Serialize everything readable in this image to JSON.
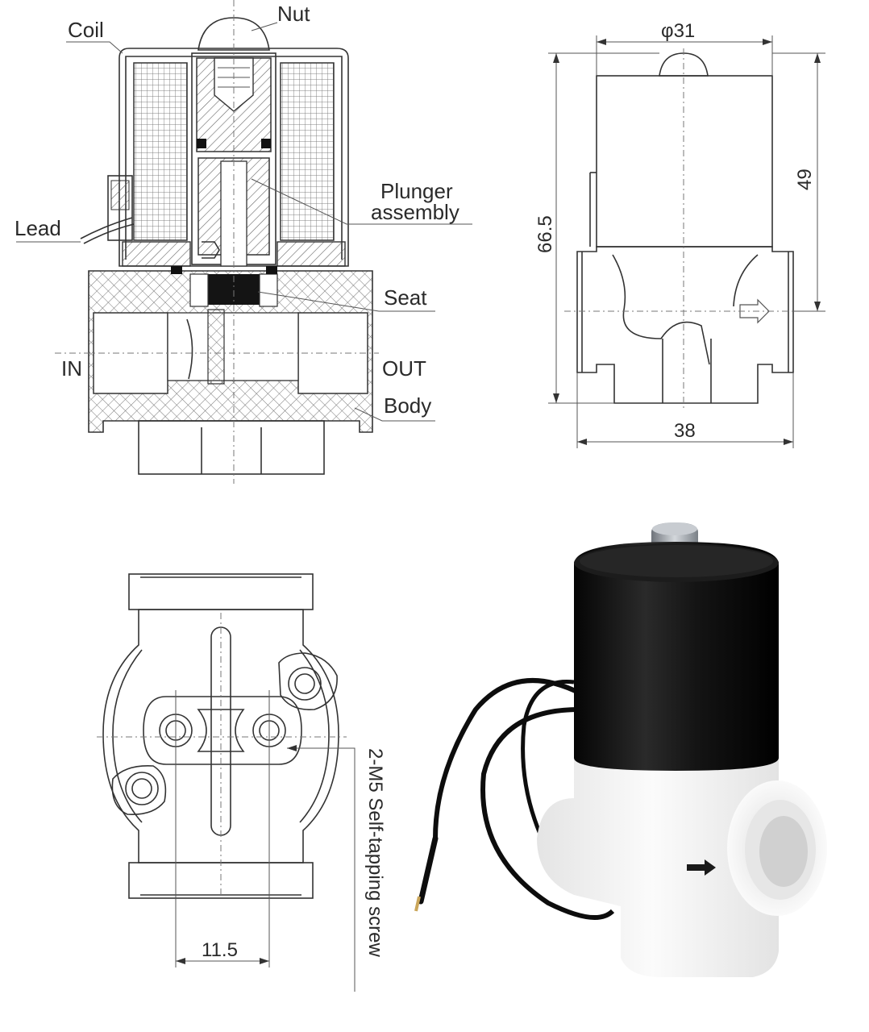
{
  "cross_section": {
    "labels": {
      "coil": "Coil",
      "nut": "Nut",
      "plunger_line1": "Plunger",
      "plunger_line2": "assembly",
      "lead": "Lead",
      "seat": "Seat",
      "inlet": "IN",
      "outlet": "OUT",
      "body": "Body"
    }
  },
  "side_view": {
    "dimensions": {
      "diameter": "φ31",
      "coil_height": "49",
      "total_height": "66.5",
      "body_width": "38"
    }
  },
  "bottom_view": {
    "dimensions": {
      "hole_spacing": "11.5"
    },
    "screw_note": "2-M5 Self-tapping screw"
  },
  "photo": {
    "colors": {
      "coil": "#141414",
      "body": "#f2f2f2",
      "nut": "#9aa0a6",
      "lead": "#0d0d0d"
    }
  }
}
